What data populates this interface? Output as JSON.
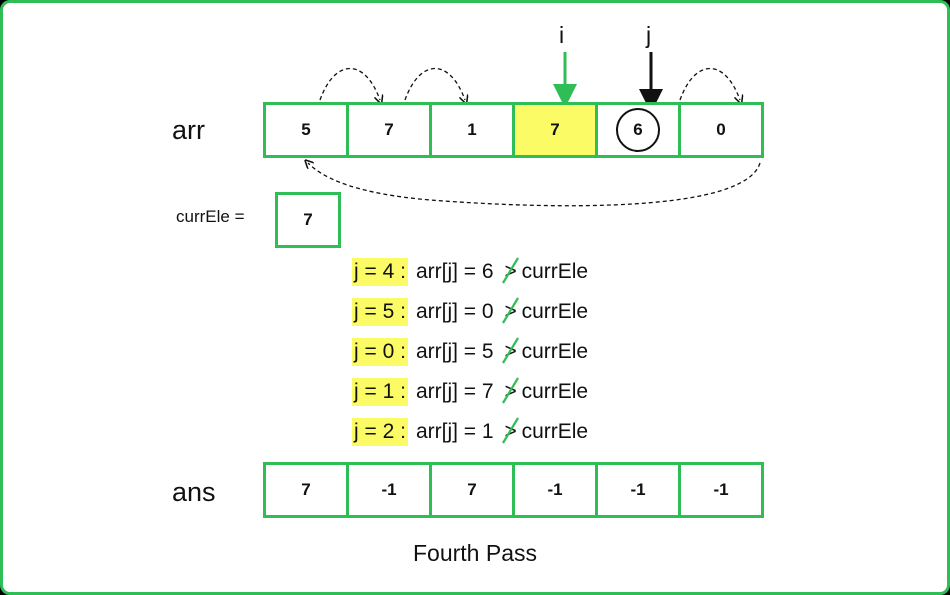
{
  "arr": {
    "label": "arr",
    "values": [
      "5",
      "7",
      "1",
      "7",
      "6",
      "0"
    ],
    "highlighted_index": 3,
    "circled_index": 4
  },
  "pointers": {
    "i": "i",
    "j": "j"
  },
  "curr": {
    "label": "currEle =",
    "value": "7"
  },
  "comparisons": [
    {
      "j": "j = 4 :",
      "expr": "arr[j] = 6",
      "rhs": "currEle"
    },
    {
      "j": "j = 5 :",
      "expr": "arr[j] = 0",
      "rhs": "currEle"
    },
    {
      "j": "j = 0 :",
      "expr": "arr[j] = 5",
      "rhs": "currEle"
    },
    {
      "j": "j = 1 :",
      "expr": "arr[j] = 7",
      "rhs": "currEle"
    },
    {
      "j": "j = 2 :",
      "expr": "arr[j] = 1",
      "rhs": "currEle"
    }
  ],
  "not_greater_symbol": ">",
  "ans": {
    "label": "ans",
    "values": [
      "7",
      "-1",
      "7",
      "-1",
      "-1",
      "-1"
    ]
  },
  "caption": "Fourth Pass",
  "colors": {
    "border": "#2fbd55",
    "highlight": "#fbfb66",
    "pointer_i": "#2fbd55",
    "pointer_j": "#111111"
  }
}
